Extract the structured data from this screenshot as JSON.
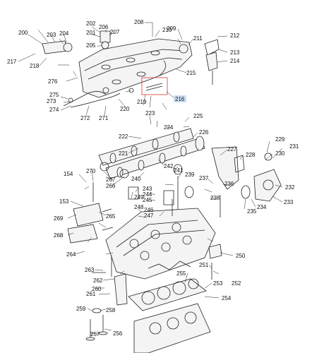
{
  "diagram": {
    "highlighted_callout": "216",
    "callouts": [
      "200",
      "201",
      "202",
      "203",
      "204",
      "205",
      "206",
      "207",
      "208",
      "209",
      "210",
      "211",
      "212",
      "213",
      "214",
      "215",
      "216",
      "217",
      "218",
      "219",
      "220",
      "221",
      "222",
      "223",
      "224",
      "225",
      "226",
      "227",
      "228",
      "229",
      "230",
      "231",
      "232",
      "233",
      "234",
      "235",
      "236",
      "237",
      "238",
      "239",
      "240",
      "241",
      "242",
      "243",
      "244",
      "245",
      "246",
      "247",
      "248",
      "249",
      "250",
      "251",
      "252",
      "253",
      "254",
      "255",
      "256",
      "257",
      "258",
      "259",
      "260",
      "261",
      "262",
      "263",
      "264",
      "265",
      "266",
      "267",
      "268",
      "269",
      "270",
      "271",
      "272",
      "273",
      "274",
      "275",
      "276",
      "154",
      "153"
    ]
  }
}
